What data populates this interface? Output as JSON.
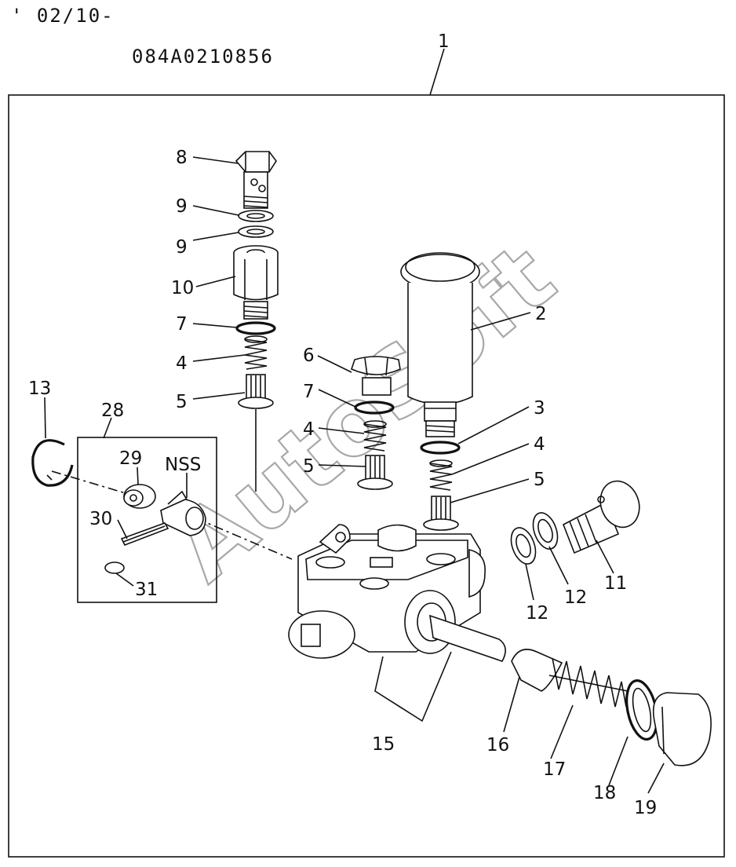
{
  "header": {
    "date_code": "' 02/10-",
    "part_number": "084A0210856"
  },
  "watermark": "AutoSoft",
  "callouts": {
    "c1": "1",
    "c2": "2",
    "c3": "3",
    "c4a": "4",
    "c4b": "4",
    "c4c": "4",
    "c5a": "5",
    "c5b": "5",
    "c5c": "5",
    "c6": "6",
    "c7a": "7",
    "c7b": "7",
    "c8": "8",
    "c9a": "9",
    "c9b": "9",
    "c10": "10",
    "c11": "11",
    "c12a": "12",
    "c12b": "12",
    "c13": "13",
    "c15": "15",
    "c16": "16",
    "c17": "17",
    "c18": "18",
    "c19": "19",
    "c28": "28",
    "c29": "29",
    "c30": "30",
    "c31": "31",
    "nss": "NSS"
  }
}
